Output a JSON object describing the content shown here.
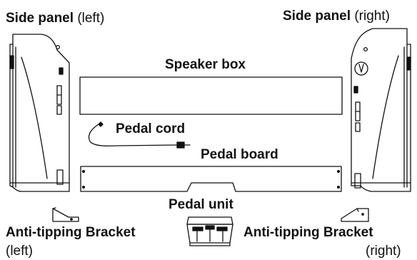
{
  "labels": {
    "side_panel_left": {
      "name": "Side panel",
      "qualifier": "(left)"
    },
    "side_panel_right": {
      "name": "Side panel",
      "qualifier": "(right)"
    },
    "speaker_box": "Speaker box",
    "pedal_cord": "Pedal cord",
    "pedal_board": "Pedal board",
    "pedal_unit": "Pedal unit",
    "bracket_left": {
      "name": "Anti-tipping Bracket",
      "qualifier": "(left)"
    },
    "bracket_right": {
      "name": "Anti-tipping Bracket",
      "qualifier": "(right)"
    }
  }
}
